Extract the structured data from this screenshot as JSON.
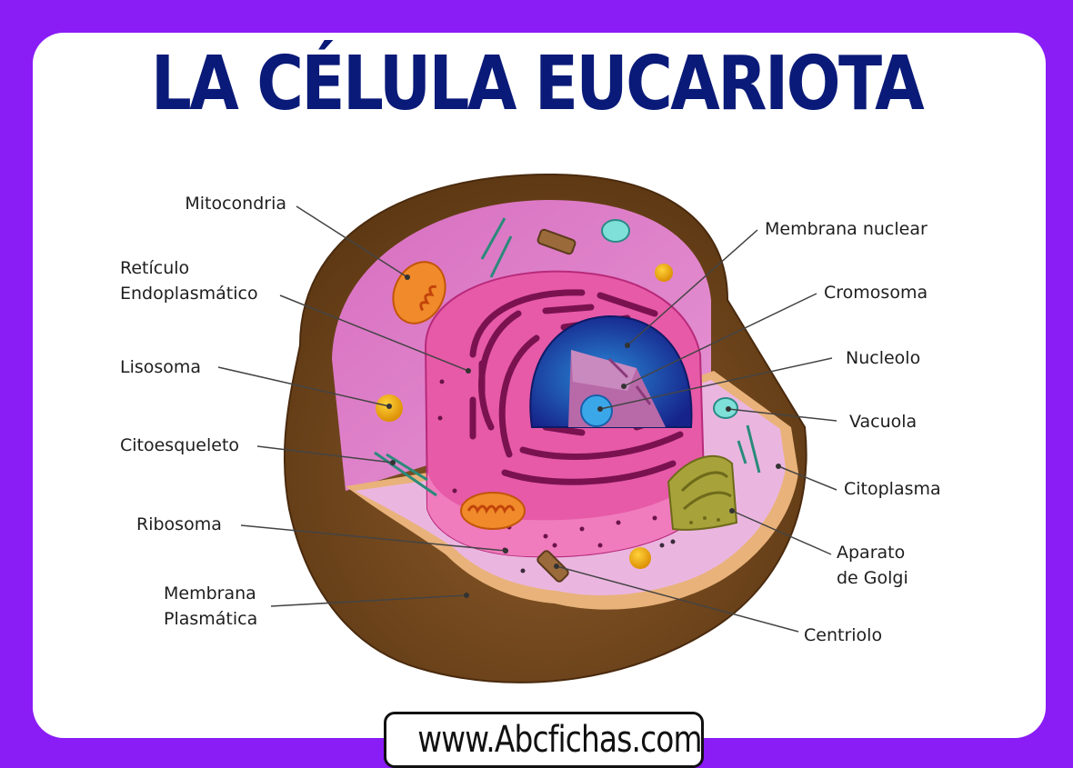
{
  "title": "LA CÉLULA EUCARIOTA",
  "labels": {
    "mitocondria": "Mitocondria",
    "reticulo_1": "Retículo",
    "reticulo_2": "Endoplasmático",
    "lisosoma": "Lisosoma",
    "citoesqueleto": "Citoesqueleto",
    "ribosoma": "Ribosoma",
    "membrana_plasmatica_1": "Membrana",
    "membrana_plasmatica_2": "Plasmática",
    "membrana_nuclear": "Membrana nuclear",
    "cromosoma": "Cromosoma",
    "nucleolo": "Nucleolo",
    "vacuola": "Vacuola",
    "citoplasma": "Citoplasma",
    "golgi_1": "Aparato",
    "golgi_2": "de Golgi",
    "centriolo": "Centriolo"
  },
  "watermark": "www.Abcfichas.com",
  "colors": {
    "border": "#8a1cf5",
    "title": "#0a1a78",
    "membrane": "#7a4a1e",
    "cytoplasm": "#e07ec8",
    "er": "#e0489a",
    "nucleus": "#1a3aa8"
  }
}
